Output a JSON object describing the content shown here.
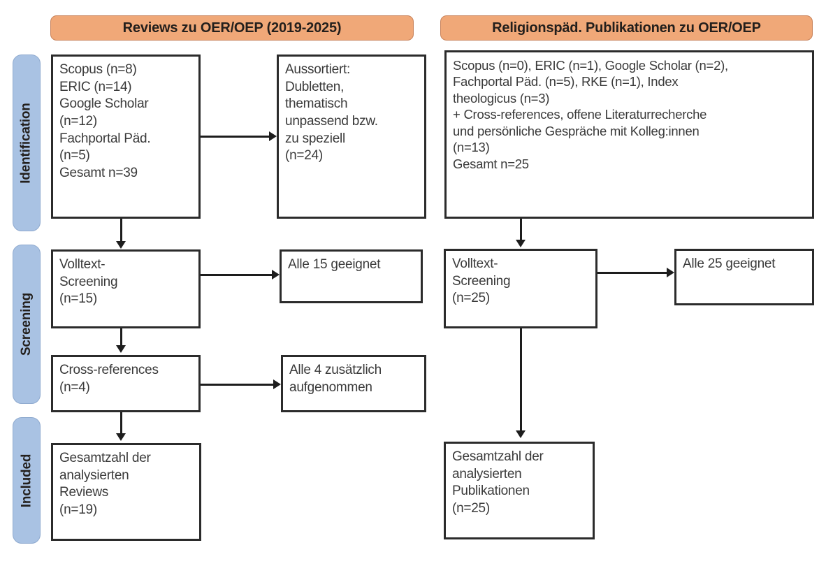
{
  "diagram": {
    "type": "prisma-flow-diagram",
    "title": "PRISMA Flussdiagramm OER/OEP",
    "colors": {
      "header_fill": "#F0A878",
      "header_border": "#C8825A",
      "stage_fill": "#A9C2E3",
      "stage_border": "#8FAACF",
      "box_border": "#2B2B2B",
      "box_fill": "#FFFFFF",
      "text": "#3A3A3A",
      "connector": "#1D1D1D",
      "background": "#FFFFFF"
    }
  },
  "stages": [
    {
      "id": "identification",
      "label": "Identification"
    },
    {
      "id": "screening",
      "label": "Screening"
    },
    {
      "id": "included",
      "label": "Included"
    }
  ],
  "columns": [
    {
      "id": "left",
      "header": "Reviews zu OER/OEP (2019-2025)"
    },
    {
      "id": "right",
      "header": "Religionspäd. Publikationen zu OER/OEP"
    }
  ],
  "boxes": {
    "left_sources": {
      "lines": [
        "Scopus (n=8)",
        "ERIC (n=14)",
        "Google Scholar",
        "(n=12)",
        "Fachportal Päd.",
        "(n=5)",
        "Gesamt n=39"
      ]
    },
    "left_excluded": {
      "lines": [
        "Aussortiert:",
        "Dubletten,",
        "thematisch",
        "unpassend bzw.",
        "zu speziell",
        "(n=24)"
      ]
    },
    "left_fulltext": {
      "lines": [
        "Volltext-",
        "Screening",
        "(n=15)"
      ]
    },
    "left_fulltext_result": {
      "lines": [
        "Alle 15 geeignet"
      ]
    },
    "left_crossrefs": {
      "lines": [
        "Cross-references",
        "(n=4)"
      ]
    },
    "left_crossrefs_result": {
      "lines": [
        "Alle 4 zusätzlich",
        "aufgenommen"
      ]
    },
    "left_included": {
      "lines": [
        "Gesamtzahl der",
        "analysierten",
        "Reviews",
        "(n=19)"
      ]
    },
    "right_sources": {
      "lines": [
        "Scopus (n=0), ERIC (n=1), Google Scholar (n=2),",
        "Fachportal Päd. (n=5), RKE (n=1), Index",
        "theologicus (n=3)",
        "+ Cross-references, offene Literaturrecherche",
        "und persönliche Gespräche mit Kolleg:innen",
        "(n=13)",
        "Gesamt n=25"
      ]
    },
    "right_fulltext": {
      "lines": [
        "Volltext-",
        "Screening",
        "(n=25)"
      ]
    },
    "right_fulltext_result": {
      "lines": [
        "Alle 25 geeignet"
      ]
    },
    "right_included": {
      "lines": [
        "Gesamtzahl der",
        "analysierten",
        "Publikationen",
        "(n=25)"
      ]
    }
  },
  "counts": {
    "left_scopus": 8,
    "left_eric": 14,
    "left_google_scholar": 12,
    "left_fachportal": 5,
    "left_total": 39,
    "left_excluded": 24,
    "left_fulltext_screening": 15,
    "left_fulltext_eligible": 15,
    "left_crossrefs": 4,
    "left_crossrefs_added": 4,
    "left_included": 19,
    "right_scopus": 0,
    "right_eric": 1,
    "right_google_scholar": 2,
    "right_fachportal": 5,
    "right_rke": 1,
    "right_index_theologicus": 3,
    "right_additional": 13,
    "right_total": 25,
    "right_fulltext_screening": 25,
    "right_fulltext_eligible": 25,
    "right_included": 25
  }
}
